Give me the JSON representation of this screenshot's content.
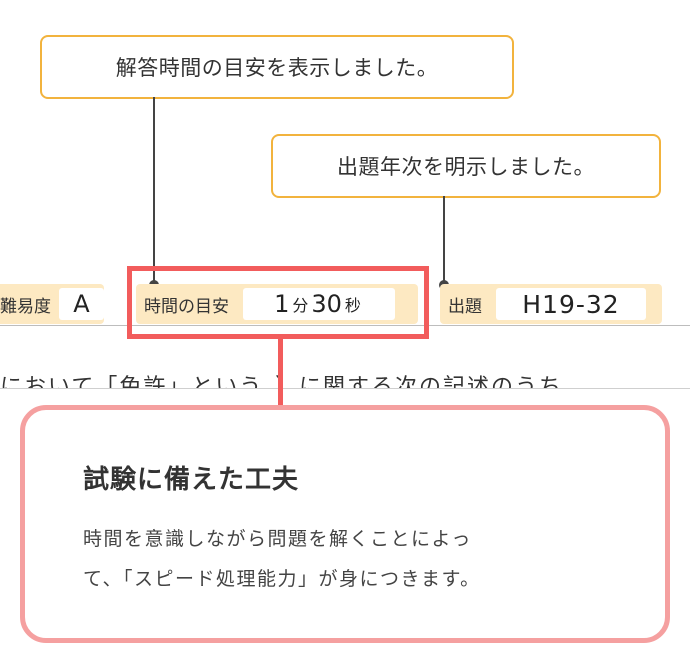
{
  "callouts": {
    "time_guide_note": "解答時間の目安を表示しました。",
    "year_note": "出題年次を明示しました。"
  },
  "info_row": {
    "difficulty_label": "難易度",
    "difficulty_value": "A",
    "time_label": "時間の目安",
    "time_minutes": "1",
    "time_minutes_unit": "分",
    "time_seconds": "30",
    "time_seconds_unit": "秒",
    "question_label": "出題",
    "question_value": "H19-32"
  },
  "question_text_partial": "において「免許」という。）に関する次の記述のうち",
  "panel": {
    "title": "試験に備えた工夫",
    "line1": "時間を意識しながら問題を解くことによっ",
    "line2": "て、「スピード処理能力」が身につきます。"
  },
  "colors": {
    "callout_border": "#f2b33d",
    "info_bar": "#fde9c2",
    "highlight": "#f25c5c",
    "panel_border": "#f5a0a0"
  }
}
